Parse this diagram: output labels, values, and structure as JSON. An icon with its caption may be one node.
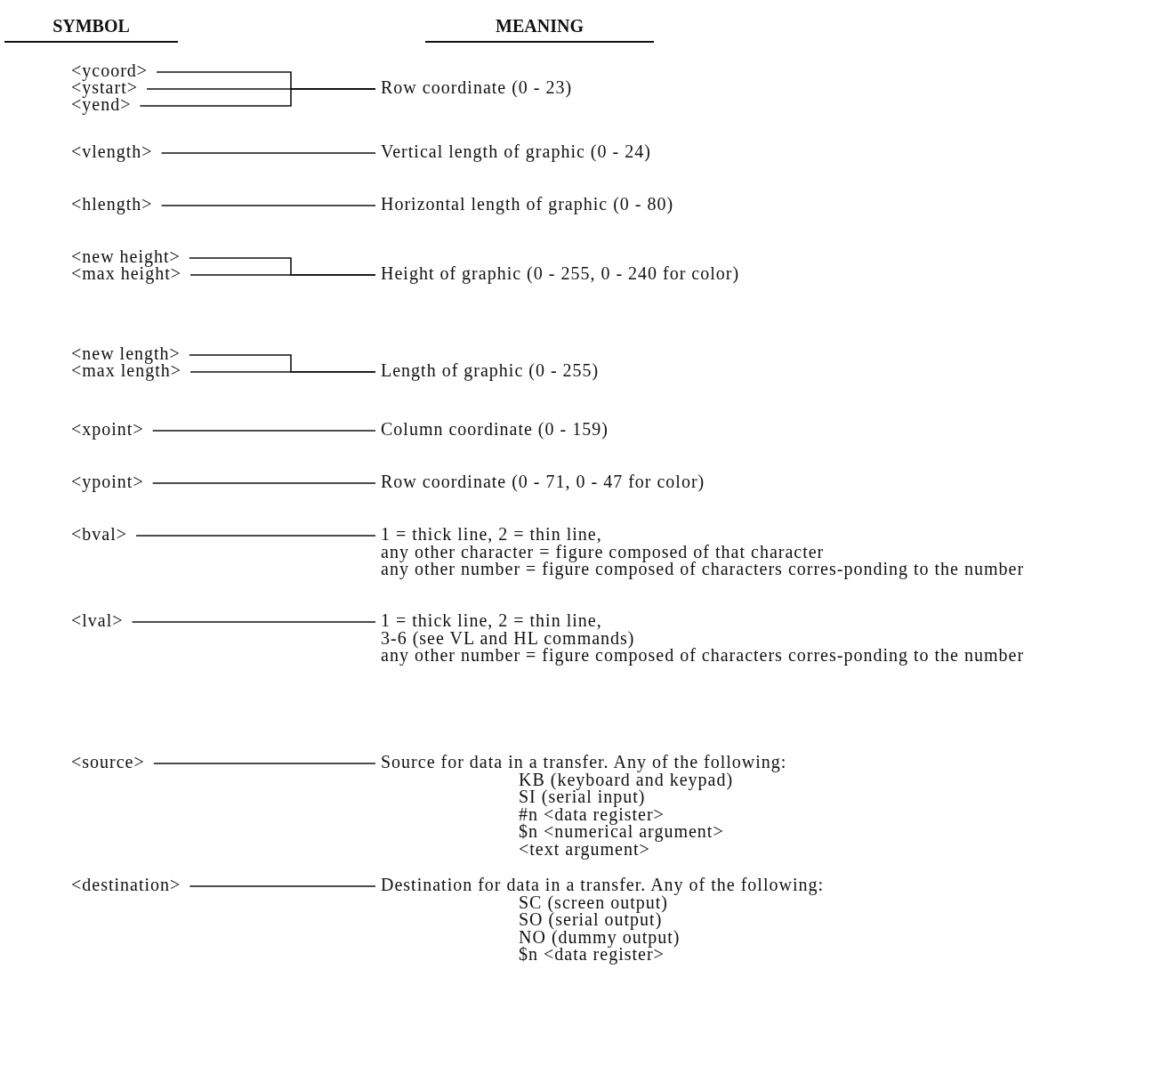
{
  "diagram": {
    "nodes": [
      {
        "text": [
          "<ycoord>"
        ]
      },
      {
        "text": [
          "<ystart>"
        ]
      },
      {
        "text": [
          "<yend>"
        ]
      },
      {
        "text": [
          "Row coordinate (0 - 23)"
        ]
      },
      {
        "text": [
          "<vlength>"
        ]
      },
      {
        "text": [
          "Vertical length of graphic (0 - 24)"
        ]
      },
      {
        "text": [
          "<hlength>"
        ]
      },
      {
        "text": [
          "Horizontal length of graphic (0 - 80)"
        ]
      },
      {
        "text": [
          "<new height>"
        ]
      },
      {
        "text": [
          "<max height>"
        ]
      },
      {
        "text": [
          "Height of graphic (0 - 255, 0 - 240 for color)"
        ]
      },
      {
        "text": [
          "<new length>"
        ]
      },
      {
        "text": [
          "<max length>"
        ]
      },
      {
        "text": [
          "Length of graphic (0 - 255)"
        ]
      },
      {
        "text": [
          "<xpoint>"
        ]
      },
      {
        "text": [
          "Column coordinate (0 - 159)"
        ]
      },
      {
        "text": [
          "<ypoint>"
        ]
      },
      {
        "text": [
          "Row coordinate (0 - 71, 0 - 47 for color)"
        ]
      },
      {
        "text": [
          "<bval>"
        ]
      },
      {
        "text": [
          "1 = thick line, 2 = thin line,",
          "any other character = figure composed of that character",
          "any other number = figure composed of characters corres-ponding to the number"
        ]
      },
      {
        "text": [
          "<lval>"
        ]
      },
      {
        "text": [
          "1 = thick line, 2 = thin line,",
          "3-6 (see VL and HL commands)",
          "any other number = figure composed of characters corres-ponding to the number"
        ]
      },
      {
        "text": [
          "<source>"
        ]
      },
      {
        "text": [
          "Source for data in a transfer.  Any of the following:",
          "KB (keyboard and keypad)",
          "SI (serial input)",
          "#n <data register>",
          "$n <numerical argument>",
          "<text argument>"
        ]
      },
      {
        "text": [
          "<destination>"
        ]
      },
      {
        "text": [
          "Destination for data in a transfer.  Any of the following:",
          "SC (screen output)",
          "SO (serial output)",
          "NO (dummy output)",
          "$n <data register>"
        ]
      }
    ],
    "edges": [
      {
        "from": 0,
        "to": 3,
        "arrow": "none"
      },
      {
        "from": 1,
        "to": 3,
        "arrow": "none"
      },
      {
        "from": 2,
        "to": 3,
        "arrow": "none"
      },
      {
        "from": 4,
        "to": 5,
        "arrow": "none"
      },
      {
        "from": 6,
        "to": 7,
        "arrow": "none"
      },
      {
        "from": 8,
        "to": 10,
        "arrow": "none"
      },
      {
        "from": 9,
        "to": 10,
        "arrow": "none"
      },
      {
        "from": 11,
        "to": 13,
        "arrow": "none"
      },
      {
        "from": 12,
        "to": 13,
        "arrow": "none"
      },
      {
        "from": 14,
        "to": 15,
        "arrow": "none"
      },
      {
        "from": 16,
        "to": 17,
        "arrow": "none"
      },
      {
        "from": 18,
        "to": 19,
        "arrow": "none"
      },
      {
        "from": 20,
        "to": 21,
        "arrow": "none"
      },
      {
        "from": 22,
        "to": 23,
        "arrow": "none"
      },
      {
        "from": 24,
        "to": 25,
        "arrow": "none"
      }
    ],
    "labels": [
      "SYMBOL",
      "MEANING"
    ]
  }
}
